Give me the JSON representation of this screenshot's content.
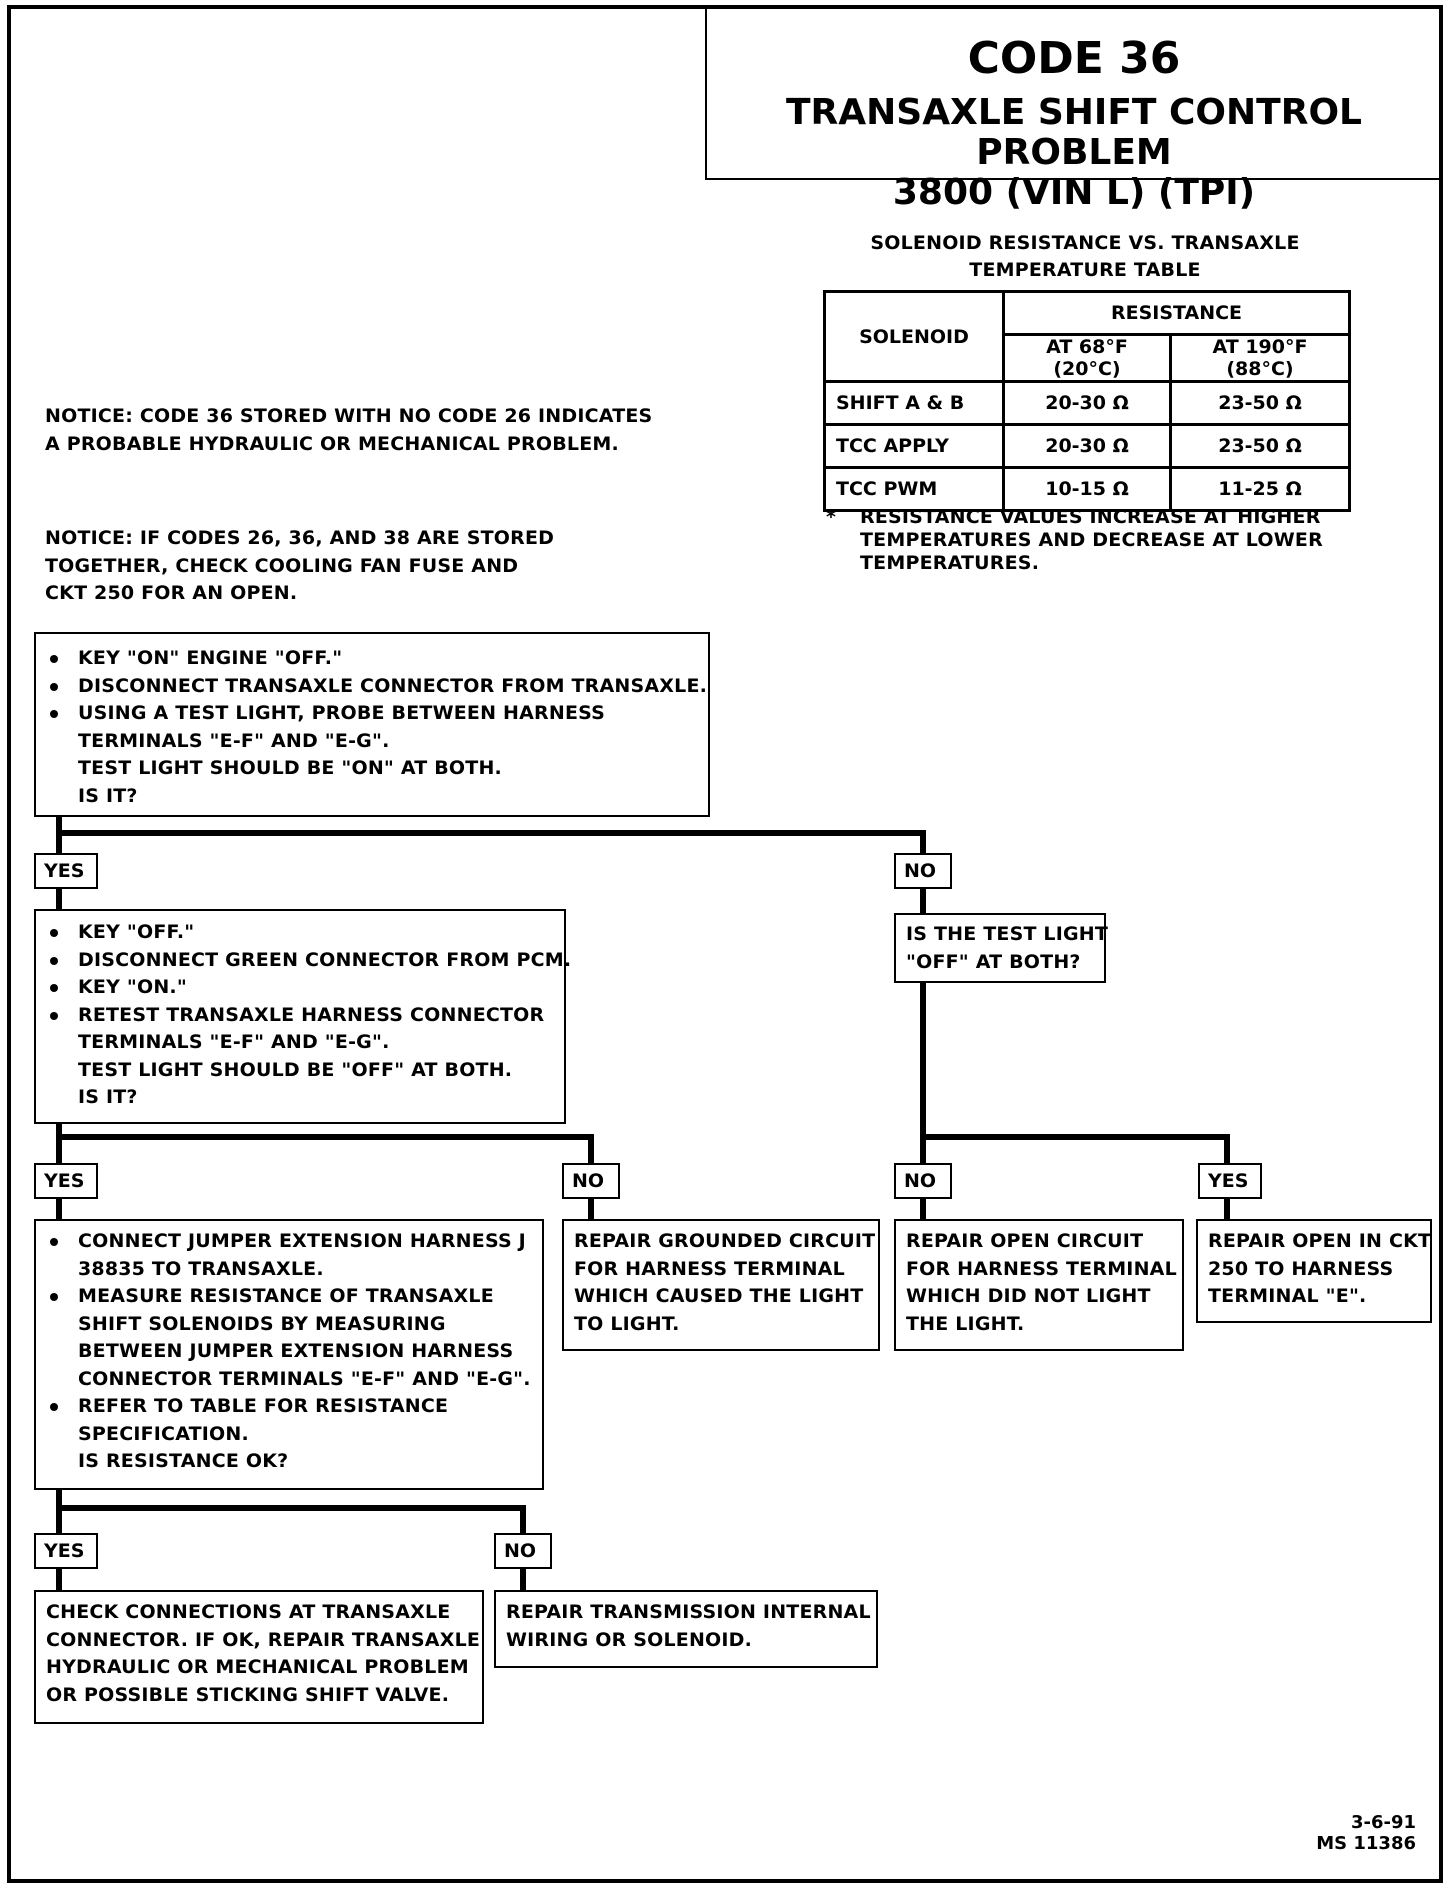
{
  "header": {
    "code": "CODE 36",
    "title_line1": "TRANSAXLE SHIFT CONTROL PROBLEM",
    "title_line2": "3800  (VIN L)  (TPI)"
  },
  "table": {
    "caption_line1": "SOLENOID RESISTANCE VS. TRANSAXLE",
    "caption_line2": "TEMPERATURE TABLE",
    "col_solenoid": "SOLENOID",
    "col_resistance": "RESISTANCE",
    "col_68": "AT 68°F (20°C)",
    "col_190": "AT 190°F (88°C)",
    "rows": [
      {
        "name": "SHIFT  A & B",
        "r68": "20-30 Ω",
        "r190": "23-50 Ω"
      },
      {
        "name": "TCC APPLY",
        "r68": "20-30 Ω",
        "r190": "23-50 Ω"
      },
      {
        "name": "TCC PWM",
        "r68": "10-15 Ω",
        "r190": "11-25 Ω"
      }
    ],
    "footnote_mark": "*",
    "footnote_lines": [
      "RESISTANCE VALUES INCREASE AT HIGHER",
      "TEMPERATURES AND DECREASE AT LOWER",
      "TEMPERATURES."
    ]
  },
  "notices": {
    "notice1_lines": [
      "NOTICE:  CODE 36 STORED WITH NO CODE 26 INDICATES",
      "A PROBABLE HYDRAULIC OR MECHANICAL PROBLEM."
    ],
    "notice2_lines": [
      "NOTICE:  IF CODES 26, 36, AND 38 ARE STORED",
      "TOGETHER, CHECK COOLING FAN FUSE AND",
      "CKT 250 FOR AN OPEN."
    ]
  },
  "flow": {
    "step1": {
      "bullets": [
        "KEY \"ON\" ENGINE \"OFF.\"",
        "DISCONNECT TRANSAXLE CONNECTOR FROM TRANSAXLE.",
        "USING A TEST LIGHT, PROBE BETWEEN HARNESS"
      ],
      "lines": [
        "TERMINALS \"E-F\" AND \"E-G\".",
        "TEST LIGHT SHOULD BE \"ON\" AT BOTH.",
        "IS IT?"
      ]
    },
    "yes_label": "YES",
    "no_label": "NO",
    "step2": {
      "bullets": [
        "KEY \"OFF.\"",
        "DISCONNECT GREEN CONNECTOR FROM PCM.",
        "KEY \"ON.\"",
        "RETEST TRANSAXLE HARNESS CONNECTOR"
      ],
      "lines": [
        "TERMINALS \"E-F\" AND \"E-G\".",
        "TEST LIGHT SHOULD BE \"OFF\" AT BOTH.",
        "IS IT?"
      ]
    },
    "step2_no": {
      "lines": [
        "IS THE TEST LIGHT",
        "\"OFF\" AT BOTH?"
      ]
    },
    "step3": {
      "b1": [
        "CONNECT JUMPER EXTENSION HARNESS J",
        "38835 TO TRANSAXLE."
      ],
      "b2": [
        "MEASURE RESISTANCE OF TRANSAXLE",
        "SHIFT SOLENOIDS BY MEASURING",
        "BETWEEN JUMPER EXTENSION HARNESS",
        "CONNECTOR TERMINALS \"E-F\" AND \"E-G\"."
      ],
      "b3": [
        "REFER TO TABLE FOR RESISTANCE",
        "SPECIFICATION."
      ],
      "question": "IS RESISTANCE OK?"
    },
    "repair_grounded": [
      "REPAIR GROUNDED CIRCUIT",
      "FOR HARNESS TERMINAL",
      "WHICH CAUSED THE LIGHT",
      "TO LIGHT."
    ],
    "repair_open": [
      "REPAIR OPEN CIRCUIT",
      "FOR HARNESS TERMINAL",
      "WHICH DID NOT LIGHT",
      "THE LIGHT."
    ],
    "repair_ckt250": [
      "REPAIR OPEN IN CKT",
      "250 TO HARNESS",
      "TERMINAL \"E\"."
    ],
    "check_connections": [
      "CHECK CONNECTIONS AT TRANSAXLE",
      "CONNECTOR.  IF OK, REPAIR TRANSAXLE",
      "HYDRAULIC OR MECHANICAL PROBLEM",
      "OR POSSIBLE STICKING SHIFT VALVE."
    ],
    "repair_internal": [
      "REPAIR TRANSMISSION INTERNAL",
      "WIRING OR SOLENOID."
    ]
  },
  "footer": {
    "date": "3-6-91",
    "ref": "MS 11386"
  }
}
